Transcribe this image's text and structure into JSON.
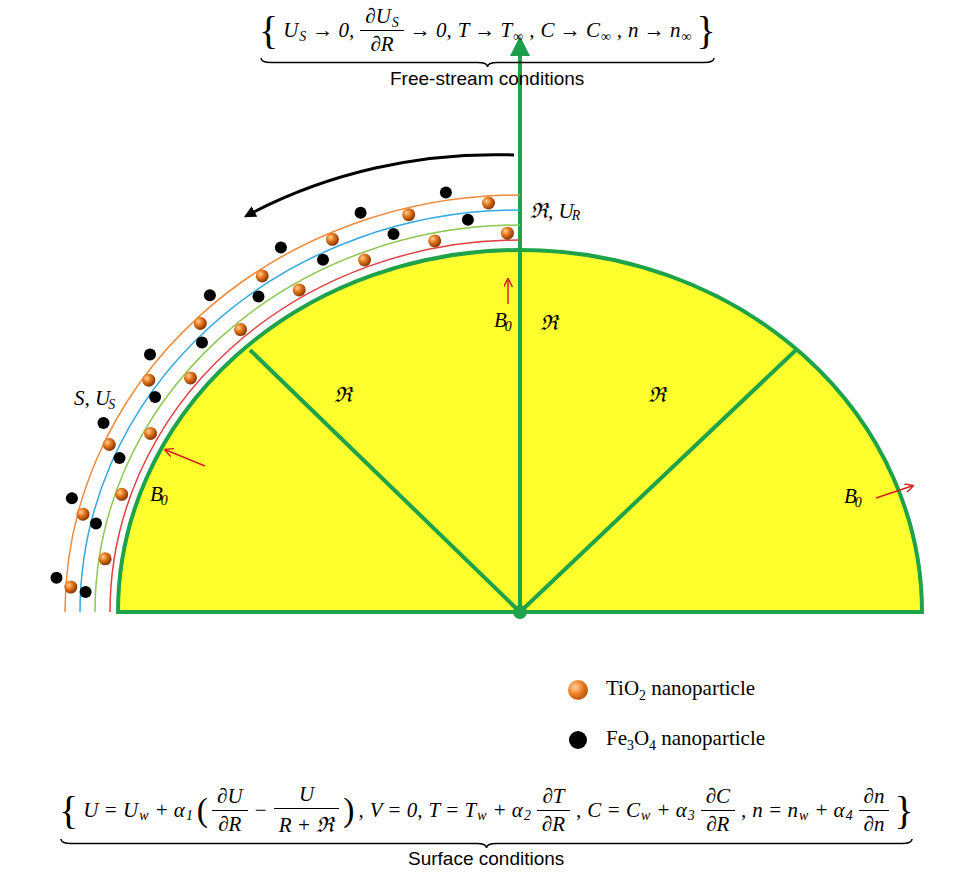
{
  "diagram": {
    "labels": [
      "{",
      "U",
      "S",
      "→ 0,",
      "∂U",
      "S",
      "∂R",
      "→ 0,",
      "T → T",
      "∞",
      ",",
      "C → C",
      "∞",
      ",",
      "n → n",
      "∞",
      "}",
      "Free-stream conditions",
      "ℜ, U",
      "R",
      "S, U",
      "S",
      "B",
      "0",
      "ℜ",
      "ℜ",
      "ℜ",
      "B",
      "0",
      "B",
      "0",
      "{",
      "U = U",
      "w",
      "+ α",
      "1",
      "(",
      "∂U",
      "∂R",
      "−",
      "U",
      "R + ℜ",
      ")",
      ",",
      "V = 0,",
      "T = T",
      "w",
      "+ α",
      "2",
      "∂T",
      "∂R",
      ",",
      "C = C",
      "w",
      "+ α",
      "3",
      "∂C",
      "∂R",
      ",",
      "n = n",
      "w",
      "+ α",
      "4",
      "∂n",
      "∂n",
      "}",
      "Surface conditions"
    ],
    "legend": [
      {
        "text": "TiO2 nanoparticle",
        "color": "#e8781e"
      },
      {
        "text": "Fe3O4 nanoparticle",
        "color": "#000000"
      }
    ]
  }
}
